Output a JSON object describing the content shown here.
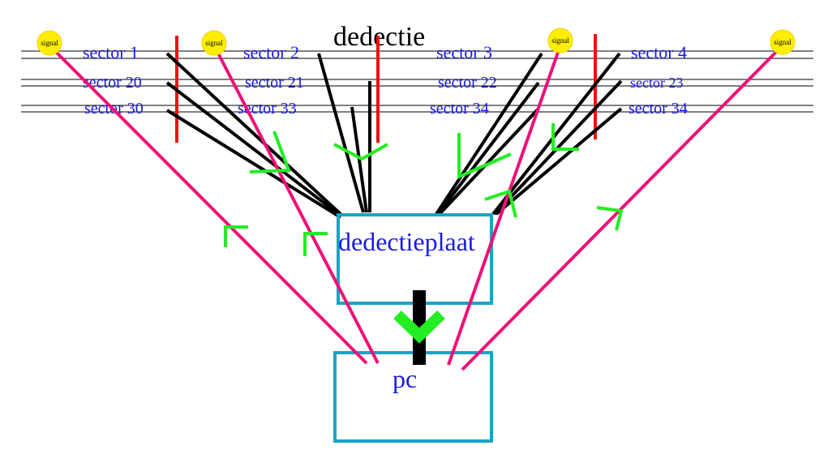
{
  "title": "dedectie",
  "box_detector": {
    "label": "dedectieplaat"
  },
  "box_pc": {
    "label": "pc"
  },
  "signal_label": "signal",
  "sector_rows": [
    [
      "sector 1",
      "sector 2",
      "sector 3",
      "sector 4"
    ],
    [
      "sector 20",
      "sector 21",
      "sector 22",
      "sector 23"
    ],
    [
      "sector 30",
      "sector 33",
      "sector 34",
      "sector 34"
    ]
  ],
  "colors": {
    "sector_text": "#1a1ae6",
    "box_border": "#1ba3c6",
    "signal_fill": "#ffee00",
    "signal_beam": "#ee1177",
    "detector_bar": "#ee1111",
    "arrow_green": "#22ee22",
    "wire_black": "#000000"
  }
}
